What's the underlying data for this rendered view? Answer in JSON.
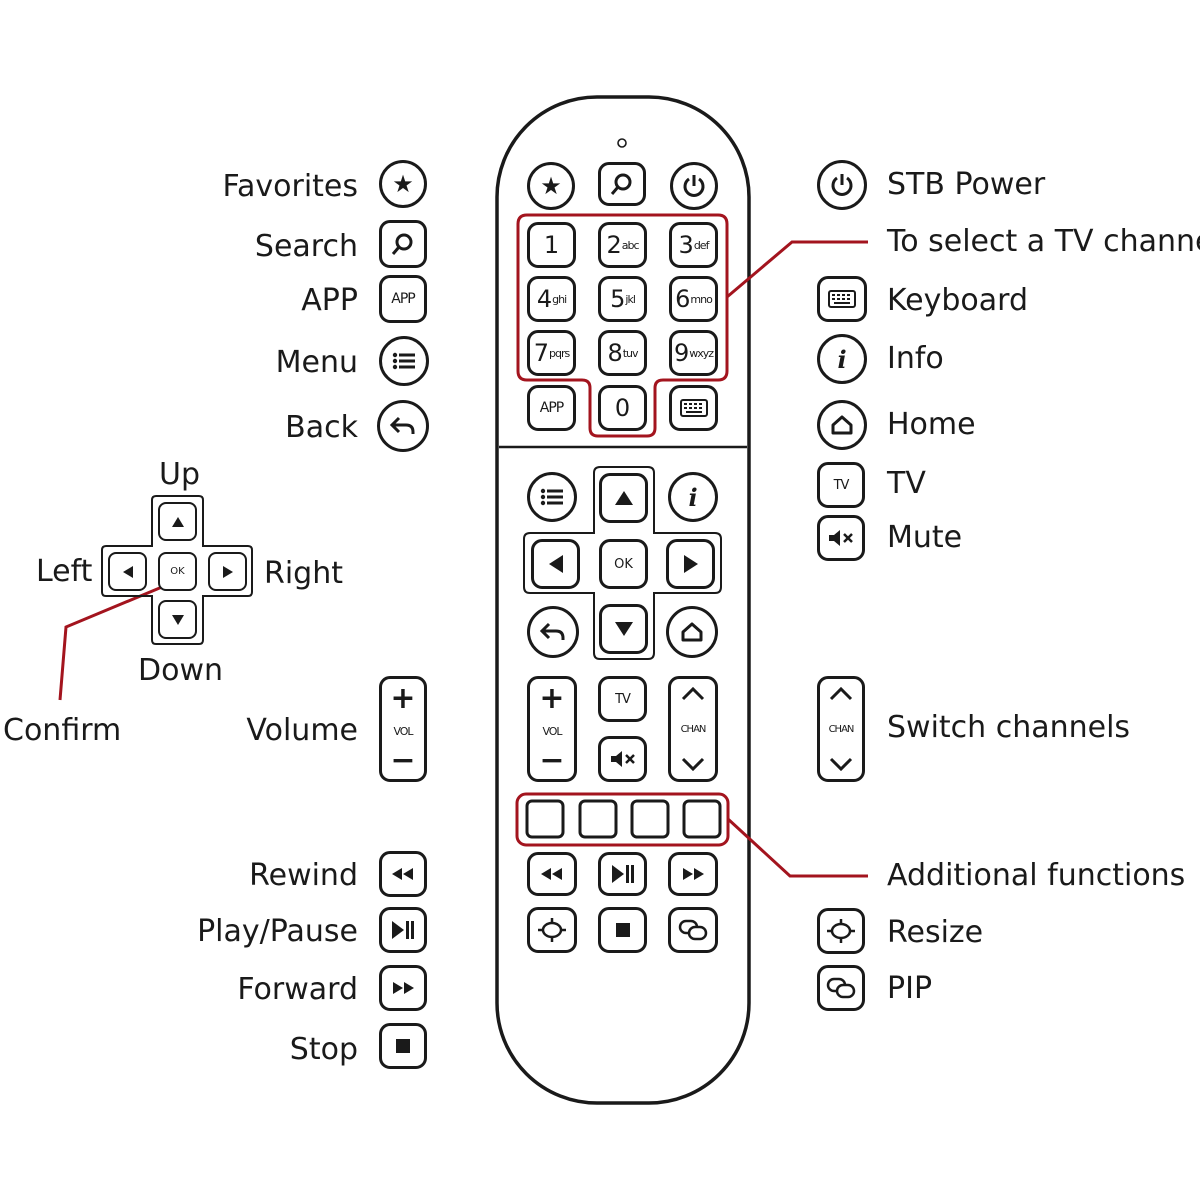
{
  "left_labels": {
    "favorites": "Favorites",
    "search": "Search",
    "app": "APP",
    "menu": "Menu",
    "back": "Back",
    "up": "Up",
    "left": "Left",
    "right": "Right",
    "down": "Down",
    "confirm": "Confirm",
    "volume": "Volume",
    "rewind": "Rewind",
    "play_pause": "Play/Pause",
    "forward": "Forward",
    "stop": "Stop"
  },
  "right_labels": {
    "stb_power": "STB Power",
    "select_channel": "To select a TV channel",
    "keyboard": "Keyboard",
    "info": "Info",
    "home": "Home",
    "tv": "TV",
    "mute": "Mute",
    "switch_channels": "Switch channels",
    "additional": "Additional functions",
    "resize": "Resize",
    "pip": "PIP"
  },
  "button_text": {
    "app": "APP",
    "vol": "VOL",
    "chan": "CHAN",
    "ok": "OK",
    "tv": "TV",
    "info": "i",
    "plus": "+",
    "minus": "−"
  },
  "keypad": [
    {
      "digit": "1",
      "letters": ""
    },
    {
      "digit": "2",
      "letters": "abc"
    },
    {
      "digit": "3",
      "letters": "def"
    },
    {
      "digit": "4",
      "letters": "ghi"
    },
    {
      "digit": "5",
      "letters": "jkl"
    },
    {
      "digit": "6",
      "letters": "mno"
    },
    {
      "digit": "7",
      "letters": "pqrs"
    },
    {
      "digit": "8",
      "letters": "tuv"
    },
    {
      "digit": "9",
      "letters": "wxyz"
    },
    {
      "digit": "0",
      "letters": ""
    }
  ],
  "colors": {
    "accent": "#a3141e",
    "ink": "#1a1a1a",
    "background": "#ffffff"
  }
}
